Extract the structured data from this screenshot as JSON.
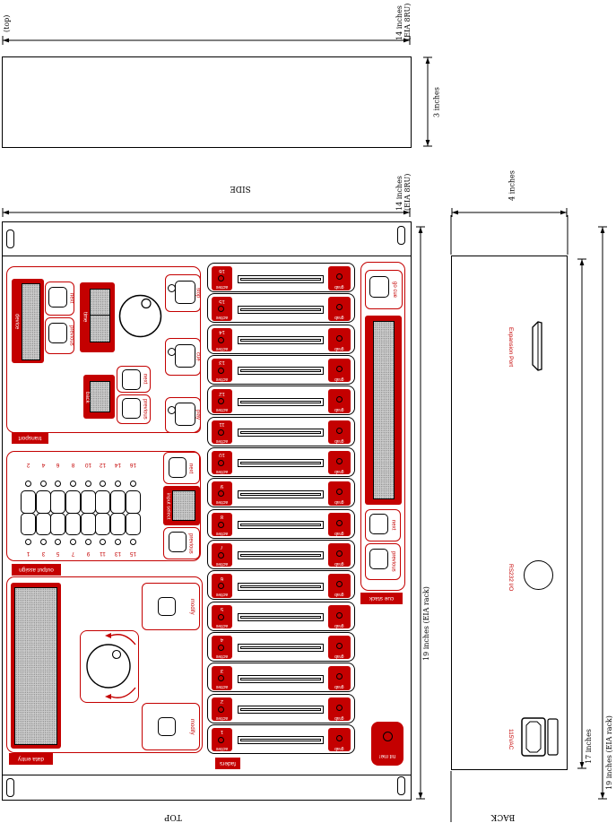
{
  "colors": {
    "red": "#c40000",
    "screen_gray": "#c9c9c9"
  },
  "views": {
    "top_caption": "(top)",
    "top": "TOP",
    "side": "SIDE",
    "back": "BACK"
  },
  "dims": {
    "depth_line1": "14 inches",
    "depth_line2": "(EIA 8RU)",
    "side_height": "3 inches",
    "back_height": "4 inches",
    "panel_width": "19 inches (EIA rack)",
    "back_inner_width": "17 inches"
  },
  "transport": {
    "label": "transport",
    "device": "device",
    "time": "time",
    "back": "back",
    "next": "next",
    "previous": "previous",
    "stop": "stop",
    "cue": "cue",
    "play": "play"
  },
  "output_assign": {
    "label": "output assign",
    "even": [
      "2",
      "4",
      "6",
      "8",
      "10",
      "12",
      "14",
      "16"
    ],
    "odd": [
      "1",
      "3",
      "5",
      "7",
      "9",
      "11",
      "13",
      "15"
    ],
    "input_select": "input select",
    "next": "next",
    "previous": "previous"
  },
  "data_entry": {
    "label": "data entry",
    "modify": "modify"
  },
  "faders": {
    "label": "faders",
    "channels": [
      "16",
      "15",
      "14",
      "13",
      "12",
      "11",
      "10",
      "9",
      "8",
      "7",
      "6",
      "5",
      "4",
      "3",
      "2",
      "1"
    ],
    "active": "active",
    "grab": "grab"
  },
  "cue_stack": {
    "label": "cue stack",
    "go_cue": "go cue",
    "next": "next",
    "previous": "previous"
  },
  "panic_button": {
    "label": "hit me!"
  },
  "back_panel": {
    "expansion": "Expansion Port",
    "serial": "RS232 I/O",
    "power": "115VAC"
  }
}
